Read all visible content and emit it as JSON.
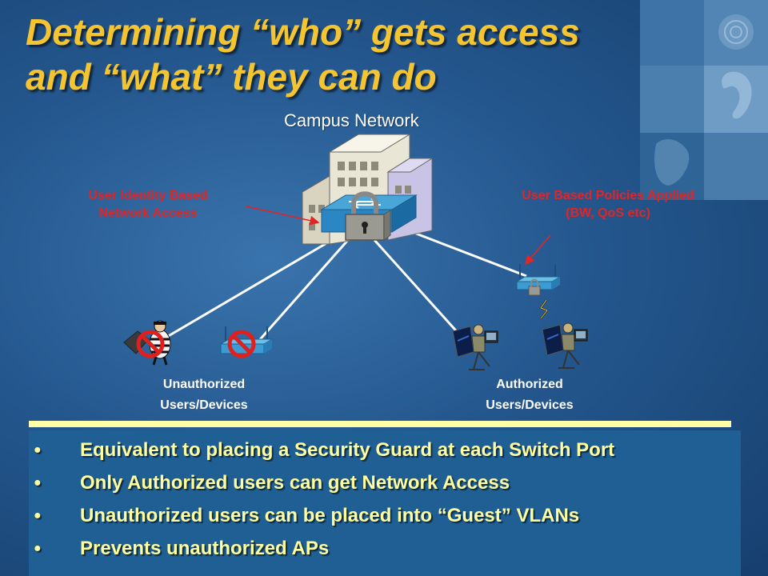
{
  "title": {
    "line1": "Determining “who” gets access",
    "line2": "and “what” they can do"
  },
  "diagram": {
    "campus_label": "Campus Network",
    "left_annotation": {
      "line1": "User Identity Based",
      "line2": "Network Access"
    },
    "right_annotation": {
      "line1": "User Based Policies Applied",
      "line2": "(BW, QoS etc)"
    },
    "unauthorized_label": {
      "line1": "Unauthorized",
      "line2": "Users/Devices"
    },
    "authorized_label": {
      "line1": "Authorized",
      "line2": "Users/Devices"
    }
  },
  "bullets": [
    "Equivalent to placing a Security Guard at each Switch Port",
    "Only Authorized users can get Network Access",
    "Unauthorized users can be placed into “Guest” VLANs",
    "Prevents unauthorized APs"
  ],
  "colors": {
    "title": "#f4c531",
    "annotation": "#e32424",
    "bullet_text": "#ffffa0",
    "divider": "#ffffa8"
  }
}
